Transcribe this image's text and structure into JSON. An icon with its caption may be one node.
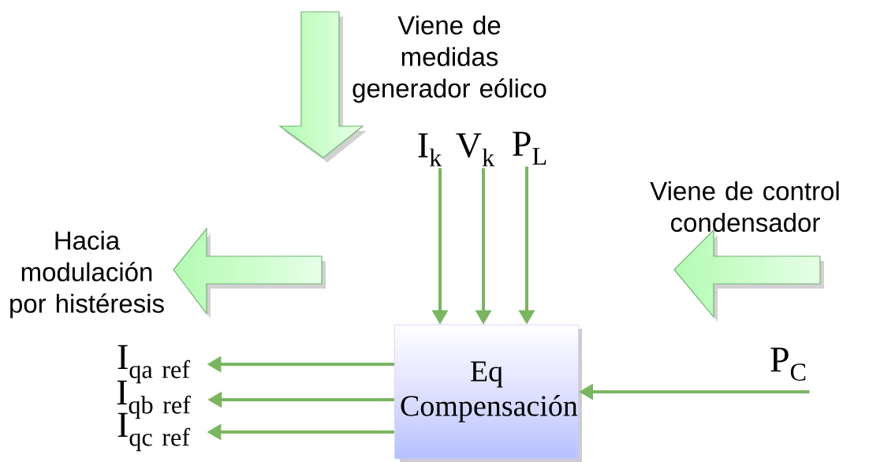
{
  "diagram": {
    "nodes": [
      {
        "text": [
          "Eq Compensación"
        ]
      },
      {
        "text": [
          "\\mathrm{I}_{\\mathrm{k}}"
        ]
      },
      {
        "text": [
          "\\mathrm{V}_{\\mathrm{k}}"
        ]
      },
      {
        "text": [
          "\\mathrm{P}_{\\mathrm{L}}"
        ]
      },
      {
        "text": [
          "\\mathrm{P}_{\\mathrm{C}}"
        ]
      },
      {
        "text": [
          "\\mathrm{I}_{\\mathrm{qa\\ ref}}"
        ]
      },
      {
        "text": [
          "\\mathrm{I}_{\\mathrm{qb\\ ref}}"
        ]
      },
      {
        "text": [
          "\\mathrm{I}_{\\mathrm{qc\\ ref}}"
        ]
      }
    ],
    "edges": [
      {
        "from": 1,
        "to": 0,
        "arrow": "to"
      },
      {
        "from": 2,
        "to": 0,
        "arrow": "to"
      },
      {
        "from": 3,
        "to": 0,
        "arrow": "to"
      },
      {
        "from": 4,
        "to": 0,
        "arrow": "to"
      },
      {
        "from": 0,
        "to": 5,
        "arrow": "to"
      },
      {
        "from": 0,
        "to": 6,
        "arrow": "to"
      },
      {
        "from": 0,
        "to": 7,
        "arrow": "to"
      }
    ],
    "labels": [
      "Viene de medidas generador eólico",
      "Viene de control condensador",
      "Hacia modulación por histéresis"
    ]
  }
}
